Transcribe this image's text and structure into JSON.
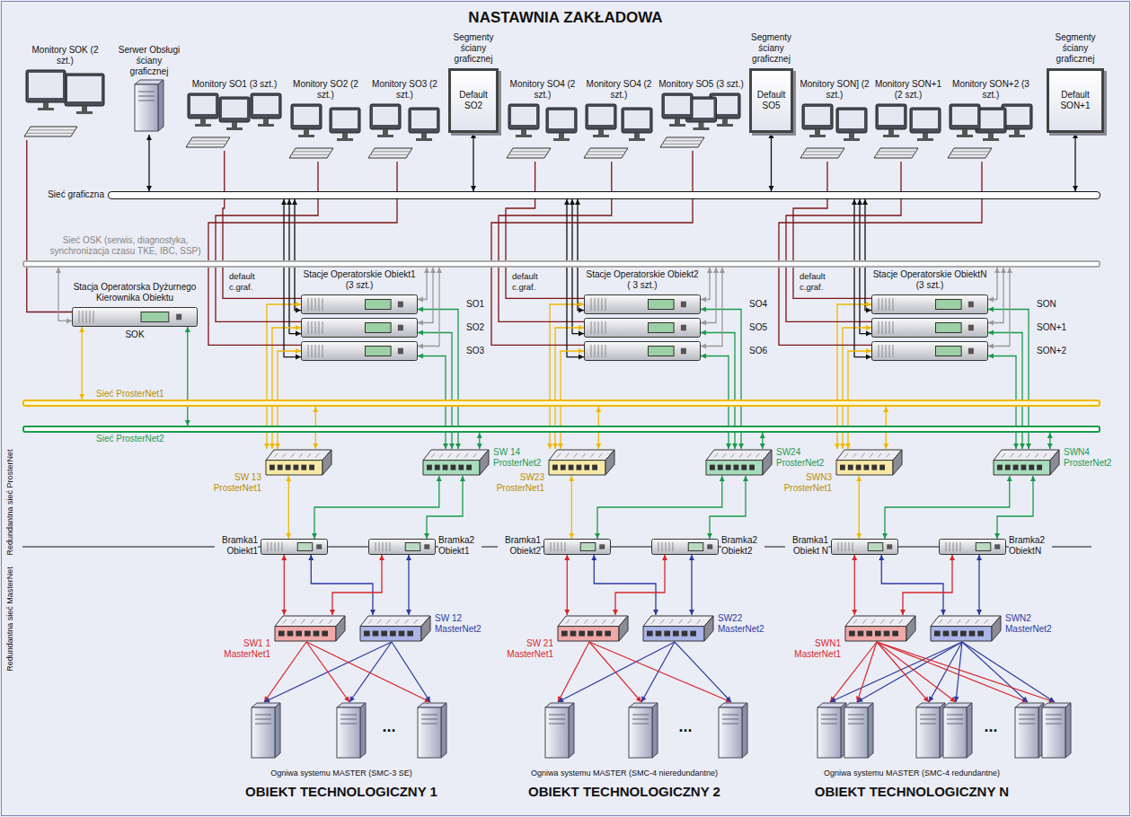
{
  "diagram": {
    "title": "NASTAWNIA ZAKŁADOWA",
    "nodes": [
      {
        "text": [
          "Monitory SOK (2 szt.)"
        ]
      },
      {
        "text": [
          "Serwer Obsługi ściany graficznej"
        ]
      },
      {
        "text": [
          "Monitory SO1 (3 szt.)"
        ]
      },
      {
        "text": [
          "Monitory SO2 (2 szt.)"
        ]
      },
      {
        "text": [
          "Monitory SO3 (2 szt.)"
        ]
      },
      {
        "text": [
          "Segmenty ściany graficznej",
          "Default SO2"
        ]
      },
      {
        "text": [
          "Monitory SO4 (2 szt.)"
        ]
      },
      {
        "text": [
          "Monitory SO4 (2 szt.)"
        ]
      },
      {
        "text": [
          "Monitory SO5 (3 szt.)"
        ]
      },
      {
        "text": [
          "Segmenty ściany graficznej",
          "Default SO5"
        ]
      },
      {
        "text": [
          "Monitory SON] (2 szt.)"
        ]
      },
      {
        "text": [
          "Monitory SON+1 (2 szt.)"
        ]
      },
      {
        "text": [
          "Monitory SON+2 (3 szt.)"
        ]
      },
      {
        "text": [
          "Segmenty ściany graficznej",
          "Default SON+1"
        ]
      },
      {
        "text": [
          "Sieć graficzna"
        ]
      },
      {
        "text": [
          "Sieć OSK (serwis, diagnostyka, synchronizacja czasu TKE, IBC, SSP)"
        ]
      },
      {
        "text": [
          "Stacja Operatorska Dyżurnego Kierownika Obiektu",
          "SOK"
        ]
      },
      {
        "text": [
          "SO1"
        ]
      },
      {
        "text": [
          "SO2"
        ]
      },
      {
        "text": [
          "SO3"
        ]
      },
      {
        "text": [
          "SO4"
        ]
      },
      {
        "text": [
          "SO5"
        ]
      },
      {
        "text": [
          "SO6"
        ]
      },
      {
        "text": [
          "SON"
        ]
      },
      {
        "text": [
          "SON+1"
        ]
      },
      {
        "text": [
          "SON+2"
        ]
      },
      {
        "text": [
          "Sieć ProsterNet1"
        ]
      },
      {
        "text": [
          "Sieć ProsterNet2"
        ]
      },
      {
        "text": [
          "SW 13 ProsterNet1"
        ]
      },
      {
        "text": [
          "SW 14 ProsterNet2"
        ]
      },
      {
        "text": [
          "Bramka1 Obiekt1"
        ]
      },
      {
        "text": [
          "Bramka2 Obiekt1"
        ]
      },
      {
        "text": [
          "SW1 1 MasterNet1"
        ]
      },
      {
        "text": [
          "SW 12 MasterNet2"
        ]
      },
      {
        "text": [
          "SW23 ProsterNet1"
        ]
      },
      {
        "text": [
          "SW24 ProsterNet2"
        ]
      },
      {
        "text": [
          "Bramka1 Obiekt2"
        ]
      },
      {
        "text": [
          "Bramka2 Obiekt2"
        ]
      },
      {
        "text": [
          "SW 21 MasterNet1"
        ]
      },
      {
        "text": [
          "SW22 MasterNet2"
        ]
      },
      {
        "text": [
          "SWN3 ProsterNet1"
        ]
      },
      {
        "text": [
          "SWN4 ProsterNet2"
        ]
      },
      {
        "text": [
          "Bramka1 Obiekt N"
        ]
      },
      {
        "text": [
          "Bramka2 ObiektN"
        ]
      },
      {
        "text": [
          "SWN1 MasterNet1"
        ]
      },
      {
        "text": [
          "SWN2 MasterNet2"
        ]
      }
    ],
    "edges": [
      {
        "from": 0,
        "to": 16,
        "arrow": "none"
      },
      {
        "from": 1,
        "to": 14,
        "arrow": "both"
      },
      {
        "from": 5,
        "to": 14,
        "arrow": "both"
      },
      {
        "from": 9,
        "to": 14,
        "arrow": "both"
      },
      {
        "from": 13,
        "to": 14,
        "arrow": "both"
      },
      {
        "from": 16,
        "to": 15,
        "arrow": "both"
      },
      {
        "from": 16,
        "to": 26,
        "arrow": "both"
      },
      {
        "from": 16,
        "to": 27,
        "arrow": "both"
      },
      {
        "from": 2,
        "to": 17,
        "arrow": "none"
      },
      {
        "from": 14,
        "to": 17,
        "arrow": "both"
      },
      {
        "from": 17,
        "to": 15,
        "arrow": "both"
      },
      {
        "from": 17,
        "to": 28,
        "arrow": "both"
      },
      {
        "from": 17,
        "to": 29,
        "arrow": "both"
      },
      {
        "from": 3,
        "to": 18,
        "arrow": "none"
      },
      {
        "from": 14,
        "to": 18,
        "arrow": "both"
      },
      {
        "from": 18,
        "to": 15,
        "arrow": "both"
      },
      {
        "from": 18,
        "to": 28,
        "arrow": "both"
      },
      {
        "from": 18,
        "to": 29,
        "arrow": "both"
      },
      {
        "from": 4,
        "to": 19,
        "arrow": "none"
      },
      {
        "from": 14,
        "to": 19,
        "arrow": "both"
      },
      {
        "from": 19,
        "to": 15,
        "arrow": "both"
      },
      {
        "from": 19,
        "to": 28,
        "arrow": "both"
      },
      {
        "from": 19,
        "to": 29,
        "arrow": "both"
      },
      {
        "from": 28,
        "to": 26,
        "arrow": "both"
      },
      {
        "from": 29,
        "to": 27,
        "arrow": "both"
      },
      {
        "from": 28,
        "to": 30,
        "arrow": "both"
      },
      {
        "from": 29,
        "to": 30,
        "arrow": "both"
      },
      {
        "from": 29,
        "to": 31,
        "arrow": "both"
      },
      {
        "from": 30,
        "to": 32,
        "arrow": "both"
      },
      {
        "from": 30,
        "to": 33,
        "arrow": "both"
      },
      {
        "from": 31,
        "to": 33,
        "arrow": "both"
      },
      {
        "from": 31,
        "to": 32,
        "arrow": "both"
      },
      {
        "from": 6,
        "to": 20,
        "arrow": "none"
      },
      {
        "from": 14,
        "to": 20,
        "arrow": "both"
      },
      {
        "from": 20,
        "to": 15,
        "arrow": "both"
      },
      {
        "from": 20,
        "to": 34,
        "arrow": "both"
      },
      {
        "from": 20,
        "to": 35,
        "arrow": "both"
      },
      {
        "from": 7,
        "to": 21,
        "arrow": "none"
      },
      {
        "from": 14,
        "to": 21,
        "arrow": "both"
      },
      {
        "from": 21,
        "to": 15,
        "arrow": "both"
      },
      {
        "from": 21,
        "to": 34,
        "arrow": "both"
      },
      {
        "from": 21,
        "to": 35,
        "arrow": "both"
      },
      {
        "from": 8,
        "to": 22,
        "arrow": "none"
      },
      {
        "from": 14,
        "to": 22,
        "arrow": "both"
      },
      {
        "from": 22,
        "to": 15,
        "arrow": "both"
      },
      {
        "from": 22,
        "to": 34,
        "arrow": "both"
      },
      {
        "from": 22,
        "to": 35,
        "arrow": "both"
      },
      {
        "from": 34,
        "to": 26,
        "arrow": "both"
      },
      {
        "from": 35,
        "to": 27,
        "arrow": "both"
      },
      {
        "from": 34,
        "to": 36,
        "arrow": "both"
      },
      {
        "from": 35,
        "to": 36,
        "arrow": "both"
      },
      {
        "from": 35,
        "to": 37,
        "arrow": "both"
      },
      {
        "from": 36,
        "to": 38,
        "arrow": "both"
      },
      {
        "from": 36,
        "to": 39,
        "arrow": "both"
      },
      {
        "from": 37,
        "to": 39,
        "arrow": "both"
      },
      {
        "from": 37,
        "to": 38,
        "arrow": "both"
      },
      {
        "from": 10,
        "to": 23,
        "arrow": "none"
      },
      {
        "from": 14,
        "to": 23,
        "arrow": "both"
      },
      {
        "from": 23,
        "to": 15,
        "arrow": "both"
      },
      {
        "from": 23,
        "to": 40,
        "arrow": "both"
      },
      {
        "from": 23,
        "to": 41,
        "arrow": "both"
      },
      {
        "from": 11,
        "to": 24,
        "arrow": "none"
      },
      {
        "from": 14,
        "to": 24,
        "arrow": "both"
      },
      {
        "from": 24,
        "to": 15,
        "arrow": "both"
      },
      {
        "from": 24,
        "to": 40,
        "arrow": "both"
      },
      {
        "from": 24,
        "to": 41,
        "arrow": "both"
      },
      {
        "from": 12,
        "to": 25,
        "arrow": "none"
      },
      {
        "from": 14,
        "to": 25,
        "arrow": "both"
      },
      {
        "from": 25,
        "to": 15,
        "arrow": "both"
      },
      {
        "from": 25,
        "to": 40,
        "arrow": "both"
      },
      {
        "from": 25,
        "to": 41,
        "arrow": "both"
      },
      {
        "from": 40,
        "to": 26,
        "arrow": "both"
      },
      {
        "from": 41,
        "to": 27,
        "arrow": "both"
      },
      {
        "from": 40,
        "to": 42,
        "arrow": "both"
      },
      {
        "from": 41,
        "to": 42,
        "arrow": "both"
      },
      {
        "from": 41,
        "to": 43,
        "arrow": "both"
      },
      {
        "from": 42,
        "to": 44,
        "arrow": "both"
      },
      {
        "from": 42,
        "to": 45,
        "arrow": "both"
      },
      {
        "from": 43,
        "to": 45,
        "arrow": "both"
      },
      {
        "from": 43,
        "to": 44,
        "arrow": "both"
      }
    ],
    "labels": [
      "default c.graf.",
      "Stacje Operatorskie Obiekt1 (3 szt.)",
      "default c.graf.",
      "Stacje Operatorskie Obiekt2 ( 3 szt.)",
      "default c.graf.",
      "Stacje Operatorskie ObiektN (3 szt.)",
      "Redundantna sieć ProsterNet",
      "Redundantna sieć MasterNet",
      "...",
      "...",
      "...",
      "Ogniwa systemu MASTER (SMC-3 SE)",
      "Ogniwa systemu MASTER (SMC-4 nieredundantne)",
      "Ogniwa systemu MASTER (SMC-4 redundantne)",
      "OBIEKT TECHNOLOGICZNY 1",
      "OBIEKT TECHNOLOGICZNY 2",
      "OBIEKT TECHNOLOGICZNY N"
    ]
  }
}
